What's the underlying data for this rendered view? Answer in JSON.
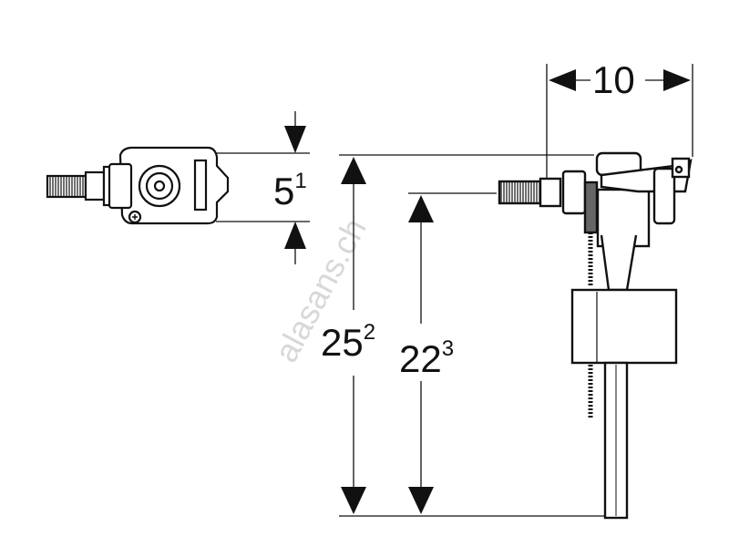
{
  "dimensions": {
    "width": {
      "value": "10"
    },
    "height_side": {
      "value": "5",
      "sup": "1"
    },
    "total_height": {
      "value": "25",
      "sup": "2"
    },
    "inlet_height": {
      "value": "22",
      "sup": "3"
    }
  },
  "watermark": "alasans.ch",
  "colors": {
    "line": "#111111",
    "watermark": "#d8d8d8"
  }
}
